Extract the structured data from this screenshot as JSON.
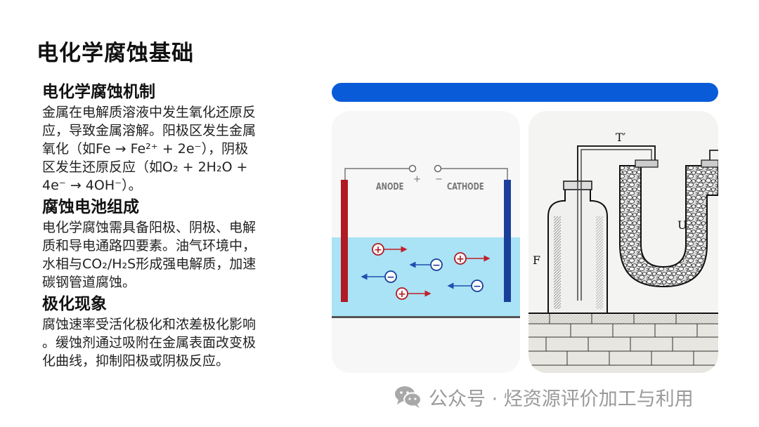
{
  "slide": {
    "title": "电化学腐蚀基础"
  },
  "sections": [
    {
      "heading": "电化学腐蚀机制",
      "lines": [
        "金属在电解质溶液中发生氧化还原反",
        "应，导致金属溶解。阳极区发生金属",
        "氧化（如Fe → Fe²⁺ + 2e⁻），阴极",
        "区发生还原反应（如O₂ + 2H₂O +",
        "4e⁻ → 4OH⁻）。"
      ]
    },
    {
      "heading": "腐蚀电池组成",
      "lines": [
        "电化学腐蚀需具备阳极、阴极、电解",
        "质和导电通路四要素。油气环境中，",
        "水相与CO₂/H₂S形成强电解质，加速",
        "碳钢管道腐蚀。"
      ]
    },
    {
      "heading": "极化现象",
      "lines": [
        "腐蚀速率受活化极化和浓差极化影响",
        "。缓蚀剂通过吸附在金属表面改变极",
        "化曲线，抑制阳极或阴极反应。"
      ]
    }
  ],
  "diagram": {
    "anode_label": "ANODE",
    "cathode_label": "CATHODE",
    "plus_sign": "+",
    "minus_sign": "−",
    "cation_symbol": "+",
    "anion_symbol": "−",
    "colors": {
      "anode": "#b01a22",
      "cathode": "#1a3f9a",
      "electrolyte": "#a9e3f5",
      "arrow_cation": "#c0202a",
      "arrow_anion": "#1f4fb0"
    }
  },
  "engraving": {
    "label_t": "T′",
    "label_u": "U",
    "label_f": "F"
  },
  "watermark": {
    "text": "公众号 · 烃资源评价加工与利用",
    "icon": "wechat-icon"
  },
  "theme": {
    "accent": "#0a5bd8"
  }
}
